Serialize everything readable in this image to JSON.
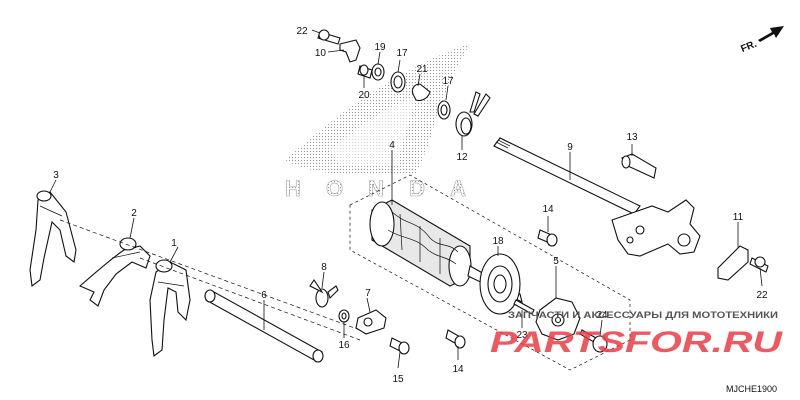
{
  "diagram": {
    "code": "MJCHE1900",
    "direction_label": "FR.",
    "logo_text": "HONDA",
    "watermark": {
      "caption": "ЗАПЧАСТИ И АКСЕССУАРЫ ДЛЯ МОТОТЕХНИКИ",
      "site": "PARTSFOR.RU"
    },
    "callouts": [
      {
        "id": "c1",
        "text": "1"
      },
      {
        "id": "c2",
        "text": "2"
      },
      {
        "id": "c3",
        "text": "3"
      },
      {
        "id": "c4",
        "text": "4"
      },
      {
        "id": "c5",
        "text": "5"
      },
      {
        "id": "c6",
        "text": "6"
      },
      {
        "id": "c7",
        "text": "7"
      },
      {
        "id": "c8",
        "text": "8"
      },
      {
        "id": "c9",
        "text": "9"
      },
      {
        "id": "c10",
        "text": "10"
      },
      {
        "id": "c11",
        "text": "11"
      },
      {
        "id": "c12",
        "text": "12"
      },
      {
        "id": "c13",
        "text": "13"
      },
      {
        "id": "c14a",
        "text": "14"
      },
      {
        "id": "c14b",
        "text": "14"
      },
      {
        "id": "c15",
        "text": "15"
      },
      {
        "id": "c16",
        "text": "16"
      },
      {
        "id": "c17a",
        "text": "17"
      },
      {
        "id": "c17b",
        "text": "17"
      },
      {
        "id": "c18",
        "text": "18"
      },
      {
        "id": "c19",
        "text": "19"
      },
      {
        "id": "c20",
        "text": "20"
      },
      {
        "id": "c21",
        "text": "21"
      },
      {
        "id": "c22a",
        "text": "22"
      },
      {
        "id": "c22b",
        "text": "22"
      },
      {
        "id": "c23",
        "text": "23"
      },
      {
        "id": "c24",
        "text": "24"
      }
    ]
  }
}
